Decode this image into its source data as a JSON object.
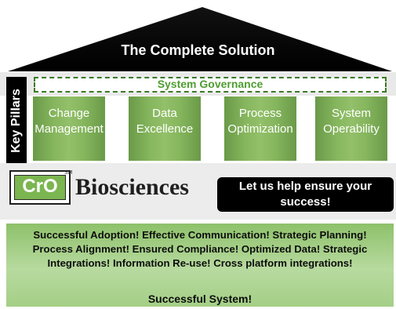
{
  "roof": {
    "title": "The Complete Solution"
  },
  "governance": {
    "label": "System Governance"
  },
  "key_pillars": {
    "label": "Key Pillars"
  },
  "pillars": [
    {
      "line1": "Change",
      "line2": "Management"
    },
    {
      "line1": "Data",
      "line2": "Excellence"
    },
    {
      "line1": "Process",
      "line2": "Optimization"
    },
    {
      "line1": "System",
      "line2": "Operability"
    }
  ],
  "brand": {
    "logo_text": "CrO",
    "service_mark": "SM",
    "name": "Biosciences",
    "colors": {
      "logo_green": "#7bb650"
    }
  },
  "cta": {
    "line1": "Let us help ensure your",
    "line2": "success!"
  },
  "foundation": {
    "line1": "Successful Adoption! Effective Communication! Strategic Planning!",
    "line2": "Process Alignment! Ensured Compliance! Optimized Data! Strategic",
    "line3": "Integrations! Information Re-use! Cross platform integrations!",
    "final": "Successful System!"
  }
}
